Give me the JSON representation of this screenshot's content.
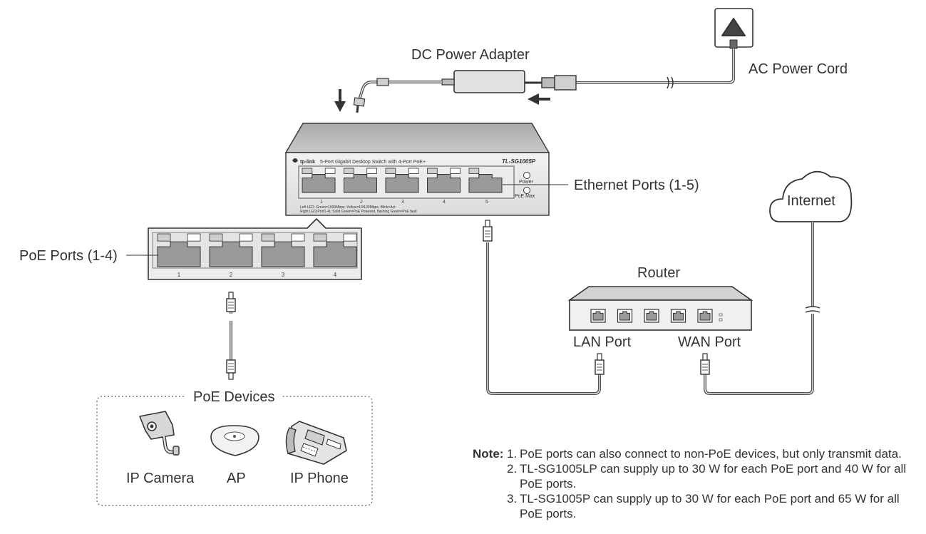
{
  "labels": {
    "dc_adapter": "DC Power Adapter",
    "ac_cord": "AC Power Cord",
    "ethernet_ports": "Ethernet Ports (1-5)",
    "poe_ports": "PoE Ports (1-4)",
    "internet": "Internet",
    "router": "Router",
    "lan_port": "LAN Port",
    "wan_port": "WAN Port",
    "poe_devices": "PoE Devices",
    "ip_camera": "IP Camera",
    "ap": "AP",
    "ip_phone": "IP Phone"
  },
  "switch": {
    "brand": "tp-link",
    "description": "5-Port Gigabit Desktop Switch with 4-Port PoE+",
    "model": "TL-SG1005P",
    "power_led": "Power",
    "poe_max_led": "PoE Max",
    "port_numbers": [
      "1",
      "2",
      "3",
      "4",
      "5"
    ],
    "led_legend_left": "Left LED:  Green=1000Mbps, Yellow=10/100Mbps, Blink=Act",
    "led_legend_right": "Right LED(Port1-4):  Solid Green=PoE Powered, flashing Green=PoE fault"
  },
  "poe_zoom": {
    "port_numbers": [
      "1",
      "2",
      "3",
      "4"
    ]
  },
  "note": {
    "heading": "Note:",
    "items": [
      {
        "num": "1.",
        "text": "PoE ports can also connect to non-PoE devices, but only transmit data."
      },
      {
        "num": "2.",
        "text": "TL-SG1005LP can supply up to 30 W for each PoE port and 40 W for all PoE ports."
      },
      {
        "num": "3.",
        "text": "TL-SG1005P can supply up to 30 W for each PoE port and 65 W for all PoE ports."
      }
    ]
  },
  "colors": {
    "line": "#333333",
    "cable": "#555555",
    "panel_fill": "#e6e6e6",
    "top_fill": "#b9b9b9",
    "port_fill": "#9a9a9a",
    "led_fill": "#ffffff",
    "led_off_fill": "#cfcfcf"
  }
}
